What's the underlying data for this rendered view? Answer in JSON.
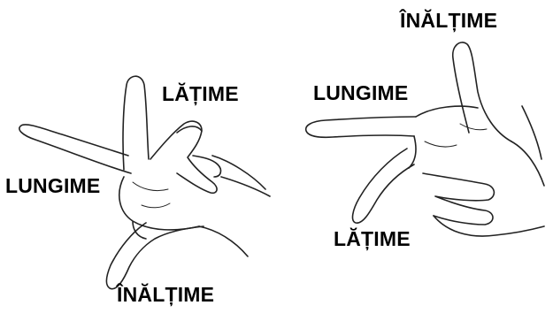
{
  "labels": {
    "left_hand": {
      "width": "LĂȚIME",
      "length": "LUNGIME",
      "height": "ÎNĂLȚIME"
    },
    "right_hand": {
      "height": "ÎNĂLȚIME",
      "length": "LUNGIME",
      "width": "LĂȚIME"
    }
  },
  "colors": {
    "line": "#222222",
    "text": "#000000",
    "background": "#ffffff"
  }
}
